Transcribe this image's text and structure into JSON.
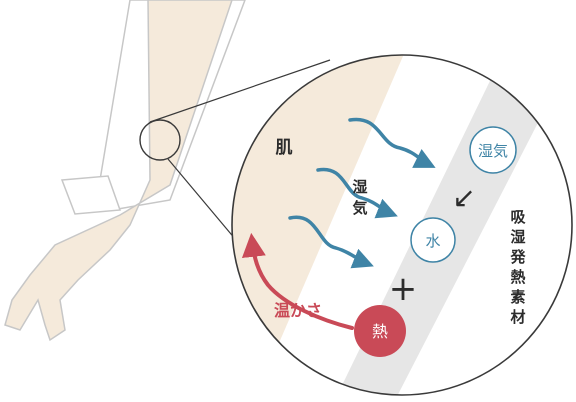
{
  "labels": {
    "skin": "肌",
    "humidity_vertical": [
      "湿",
      "気"
    ],
    "heat_warmth": "温かさ",
    "material_vertical": [
      "吸",
      "湿",
      "発",
      "熱",
      "素",
      "材"
    ]
  },
  "bubbles": {
    "vapor": "湿気",
    "water": "水",
    "heat": "熱"
  },
  "symbols": {
    "plus": "+",
    "down_left_arrow": "↙"
  },
  "colors": {
    "skin": "#f5eadb",
    "skin_stroke": "#c7c7c7",
    "lens_stroke": "#3a3a3a",
    "band": "#e6e6e6",
    "teal": "#3f84a6",
    "teal_fill": "#ffffff",
    "red": "#c94a57",
    "red_fill": "#c94a57",
    "text_dark": "#2c2c2c"
  },
  "icons": {
    "wave_arrow": "wave-arrow-icon",
    "curved_arrow": "curved-heat-arrow-icon"
  }
}
